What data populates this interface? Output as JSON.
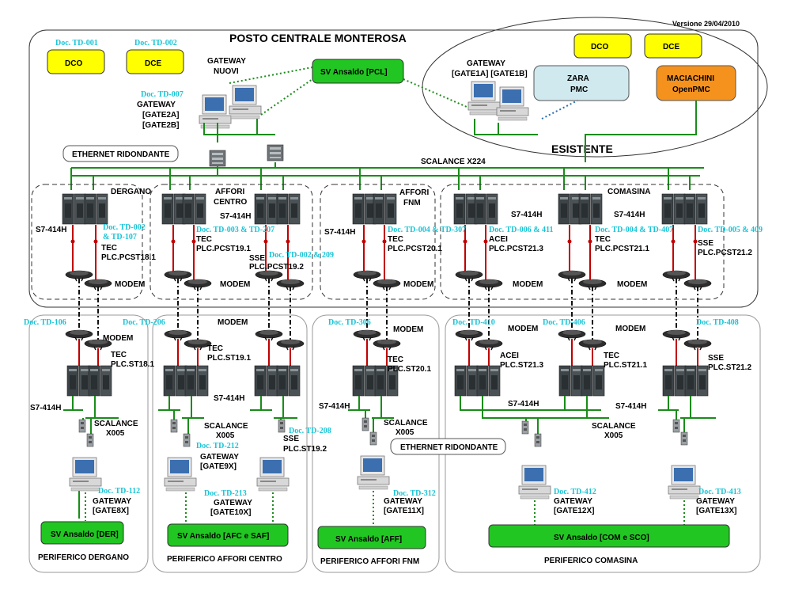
{
  "version": "Versione 29/04/2010",
  "central": {
    "title": "POSTO CENTRALE MONTEROSA",
    "existing_label": "ESISTENTE",
    "ethernet_label": "ETHERNET RIDONDANTE",
    "scalance_label": "SCALANCE X224",
    "gateway_new_label": "GATEWAY",
    "gateway_new_sub": "NUOVI",
    "gateway_left": [
      "GATEWAY",
      "[GATE2A]",
      "[GATE2B]"
    ],
    "gateway_right": [
      "GATEWAY",
      "[GATE1A] [GATE1B]"
    ],
    "sv_pcl": "SV Ansaldo [PCL]",
    "zara": [
      "ZARA",
      "PMC"
    ],
    "maciachini": [
      "MACIACHINI",
      "OpenPMC"
    ],
    "doc_td001": "Doc. TD-001",
    "doc_td002": "Doc. TD-002",
    "doc_td007": "Doc. TD-007",
    "dco": "DCO",
    "dce": "DCE"
  },
  "central_stations": [
    {
      "name": [
        "DERGANO"
      ],
      "s7": "S7-414H",
      "plc": [
        "TEC",
        "PLC.PCST18.1"
      ],
      "doc": [
        "Doc. TD-002",
        "& TD-107"
      ],
      "modem": "MODEM"
    },
    {
      "name": [
        "AFFORI",
        "CENTRO"
      ],
      "s7": "S7-414H",
      "plc": [
        "TEC",
        "PLC.PCST19.1"
      ],
      "doc": [
        "Doc. TD-003 & TD-207"
      ],
      "plc2": [
        "SSE",
        "PLC.PCST19.2"
      ],
      "doc2": "Doc. TD-002 & 209",
      "modem": "MODEM"
    },
    {
      "name": [
        "AFFORI",
        "FNM"
      ],
      "s7": "S7-414H",
      "plc": [
        "TEC",
        "PLC.PCST20.1"
      ],
      "doc": [
        "Doc. TD-004 & TD-307"
      ],
      "modem": "MODEM"
    },
    {
      "name": [
        "COMASINA"
      ],
      "s7": "S7-414H",
      "s7b": "S7-414H",
      "plc": [
        "ACEI",
        "PLC.PCST21.3"
      ],
      "doc": [
        "Doc. TD-006 & 411"
      ],
      "plc2": [
        "TEC",
        "PLC.PCST21.1"
      ],
      "doc2": "Doc. TD-004 & TD-407",
      "plc3": [
        "SSE",
        "PLC.PCST21.2"
      ],
      "doc3": "Doc. TD-005 & 409",
      "modem": "MODEM",
      "modem2": "MODEM"
    }
  ],
  "peripherals": [
    {
      "title": "PERIFERICO DERGANO",
      "doc_top": "Doc. TD-106",
      "modem": "MODEM",
      "plc": [
        "TEC",
        "PLC.ST18.1"
      ],
      "s7": "S7-414H",
      "scalance": [
        "SCALANCE",
        "X005"
      ],
      "doc_gw": "Doc. TD-112",
      "gateway": [
        "GATEWAY",
        "[GATE8X]"
      ],
      "sv": "SV Ansaldo [DER]"
    },
    {
      "title": "PERIFERICO AFFORI CENTRO",
      "doc_top": "Doc. TD-206",
      "modem": "MODEM",
      "plc": [
        "TEC",
        "PLC.ST19.1"
      ],
      "s7": "S7-414H",
      "scalance": [
        "SCALANCE",
        "X005"
      ],
      "doc_gw1": "Doc. TD-212",
      "gateway1": [
        "GATEWAY",
        "[GATE9X]"
      ],
      "doc_sse": "Doc. TD-208",
      "sse": [
        "SSE",
        "PLC.ST19.2"
      ],
      "doc_gw": "Doc. TD-213",
      "gateway": [
        "GATEWAY",
        "[GATE10X]"
      ],
      "sv": "SV Ansaldo [AFC e SAF]"
    },
    {
      "title": "PERIFERICO AFFORI FNM",
      "doc_top": "Doc. TD-306",
      "modem": "MODEM",
      "plc": [
        "TEC",
        "PLC.ST20.1"
      ],
      "s7": "S7-414H",
      "scalance": [
        "SCALANCE",
        "X005"
      ],
      "ethernet": "ETHERNET RIDONDANTE",
      "doc_gw": "Doc. TD-312",
      "gateway": [
        "GATEWAY",
        "[GATE11X]"
      ],
      "sv": "SV Ansaldo [AFF]"
    },
    {
      "title": "PERIFERICO COMASINA",
      "doc_top": "Doc. TD-410",
      "doc_top2": "Doc. TD-406",
      "doc_top3": "Doc. TD-408",
      "modem": "MODEM",
      "modem2": "MODEM",
      "plc": [
        "ACEI",
        "PLC.ST21.3"
      ],
      "plc2": [
        "TEC",
        "PLC.ST21.1"
      ],
      "plc3": [
        "SSE",
        "PLC.ST21.2"
      ],
      "s7": "S7-414H",
      "s7b": "S7-414H",
      "scalance": [
        "SCALANCE",
        "X005"
      ],
      "doc_gw1": "Doc. TD-412",
      "gateway1": [
        "GATEWAY",
        "[GATE12X]"
      ],
      "doc_gw2": "Doc. TD-413",
      "gateway2": [
        "GATEWAY",
        "[GATE13X]"
      ],
      "sv": "SV Ansaldo [COM e SCO]"
    }
  ],
  "colors": {
    "network_green": "#1a8c1a",
    "link_red": "#c00000",
    "doc_cyan": "#19c4d6",
    "yellow_box": "#ffff00",
    "sv_green": "#22c622",
    "zara": "#cfe9ef",
    "maciachini": "#f5921e"
  }
}
